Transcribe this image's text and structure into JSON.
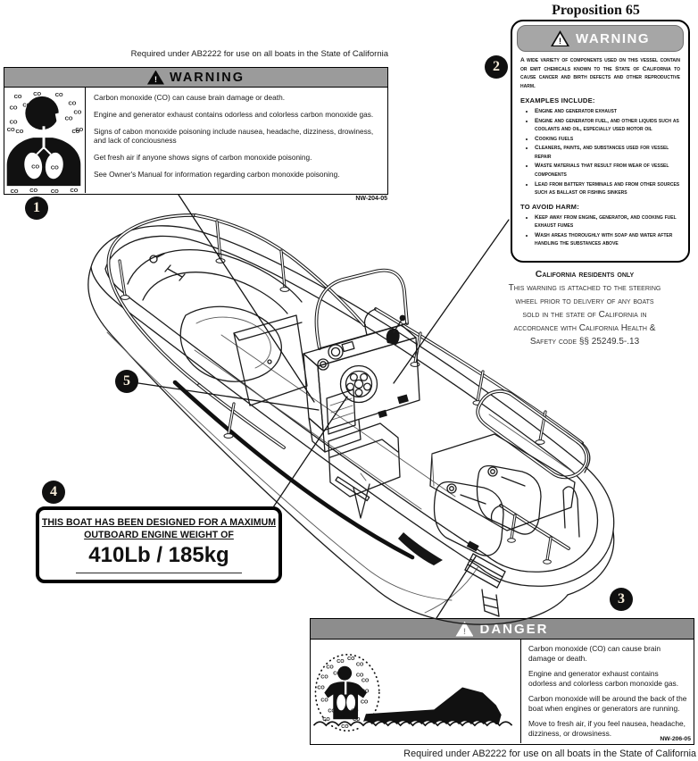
{
  "glyphs": {
    "co": "CO",
    "exclam": "!"
  },
  "captions": {
    "top": "Required under AB2222 for use on all boats in the State of California",
    "bottom": "Required under AB2222 for use on all boats in the State of California"
  },
  "co_warning_label": {
    "header": "WARNING",
    "code": "NW-204-05",
    "paragraphs": [
      "Carbon monoxide (CO) can cause brain damage or death.",
      "Engine and generator exhaust contains odorless and colorless carbon monoxide gas.",
      "Signs of cabon monoxide poisoning include nausea, headache, dizziness, drowiness, and lack of conciousness",
      "Get fresh air if anyone shows signs of carbon monoxide poisoning.",
      "See Owner's Manual for information regarding carbon monoxide poisoning."
    ]
  },
  "prop65": {
    "title": "Proposition 65",
    "header": "WARNING",
    "intro": "A wide variety of components used on this vessel contain or emit chemicals known to the State of California to cause cancer and birth defects and other reproductive harm.",
    "examples_heading": "EXAMPLES INCLUDE:",
    "examples": [
      "Engine and generator exhaust",
      "Engine and generator fuel, and other liquids such as coolants and oil, especially used motor oil",
      "Cooking fuels",
      "Cleaners, paints, and substances used for vessel repair",
      "Waste materials that result from wear of vessel components",
      "Lead from battery terminals and from other sources such as ballast or fishing sinkers"
    ],
    "avoid_heading": "TO AVOID HARM:",
    "avoid": [
      "Keep away from engine, generator, and cooking fuel exhaust fumes",
      "Wash areas thoroughly with soap and water after handling the substances above"
    ]
  },
  "ca_residents": {
    "heading": "California residents only",
    "lines": [
      "This warning is attached to the steering",
      "wheel prior to delivery of any boats",
      "sold in the state of California in",
      "accordance with California Health &",
      "Safety code §§ 25249.5-.13"
    ]
  },
  "engine_weight_label": {
    "line1": "THIS BOAT HAS BEEN DESIGNED FOR A MAXIMUM",
    "line2": "OUTBOARD ENGINE WEIGHT OF",
    "value": "410Lb / 185kg"
  },
  "danger_label": {
    "header": "DANGER",
    "code": "NW-206-05",
    "paragraphs": [
      "Carbon monoxide (CO) can cause brain damage or death.",
      "Engine and generator exhaust contains odorless and colorless carbon monoxide gas.",
      "Carbon monoxide will be around the back of the boat when engines or generators are running.",
      "Move to fresh air, if you feel nausea, headache, dizziness, or drowsiness."
    ]
  },
  "callouts": [
    {
      "number": "1"
    },
    {
      "number": "2"
    },
    {
      "number": "3"
    },
    {
      "number": "4"
    },
    {
      "number": "5"
    }
  ],
  "colors": {
    "warning_bar": "#9b9b9b",
    "prop65_bar": "#a6a6a6",
    "danger_bar": "#8d8d8d",
    "ink": "#111111"
  }
}
